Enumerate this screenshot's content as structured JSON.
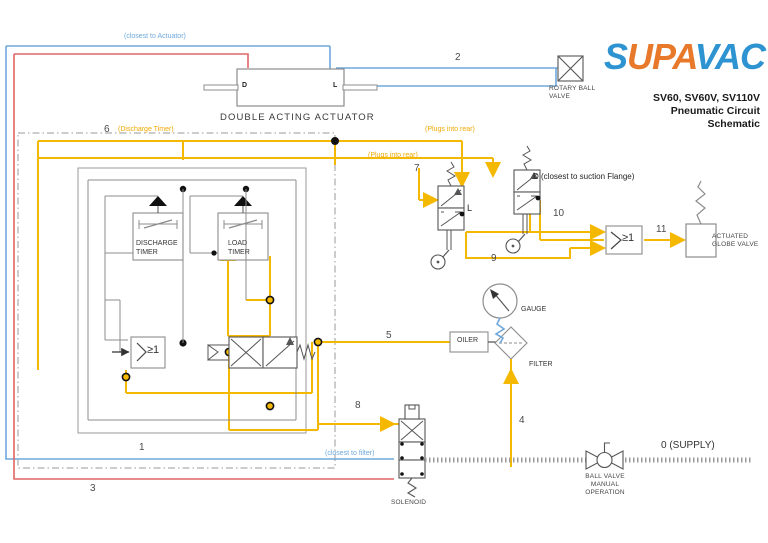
{
  "document": {
    "title_lines": [
      "SV60, SV60V, SV110V",
      "Pneumatic Circuit",
      "Schematic"
    ],
    "brand": {
      "name": "SUPAVAC",
      "letters": [
        "S",
        "U",
        "P",
        "A",
        "V",
        "A",
        "C"
      ],
      "blue": "#2e93d1",
      "orange": "#e8782a"
    }
  },
  "colors": {
    "yellow": "#f5b800",
    "blue": "#6fa8dc",
    "red": "#e06666",
    "gray_line": "#8c8c8c",
    "dark": "#333333"
  },
  "components": {
    "actuator": {
      "label": "DOUBLE ACTING ACTUATOR",
      "port_left": "D",
      "port_right": "L"
    },
    "rotary_ball_valve": {
      "label": "ROTARY BALL\nVALVE",
      "line1": "ROTARY BALL",
      "line2": "VALVE"
    },
    "discharge_timer": {
      "line1": "DISCHARGE",
      "line2": "TIMER"
    },
    "load_timer": {
      "line1": "LOAD",
      "line2": "TIMER"
    },
    "or_gate_left": {
      "symbol": "≥1"
    },
    "or_gate_right": {
      "symbol": "≥1"
    },
    "actuated_globe_valve": {
      "line1": "ACTUATED",
      "line2": "GLOBE VALVE"
    },
    "gauge": {
      "label": "GAUGE"
    },
    "oiler": {
      "label": "OILER"
    },
    "filter": {
      "label": "FILTER"
    },
    "solenoid": {
      "label": "SOLENOID"
    },
    "ball_valve_manual": {
      "line1": "BALL VALVE",
      "line2": "MANUAL",
      "line3": "OPERATION"
    },
    "valve_L": {
      "port_label": "L"
    },
    "valve_D": {
      "port_label": "D"
    }
  },
  "annotations": {
    "closest_to_actuator": "(closest to Actuator)",
    "closest_to_filter": "(closest to filter)",
    "closest_to_suction_flange": "D (closest to suction Flange)",
    "discharge_timer_note": "(Discharge Timer)",
    "plugs_into_rear_1": "(Plugs into rear)",
    "plugs_into_rear_2": "(Plugs into rear)",
    "supply": "0 (SUPPLY)"
  },
  "line_numbers": {
    "n1": "1",
    "n2": "2",
    "n3": "3",
    "n4": "4",
    "n5": "5",
    "n6": "6",
    "n7": "7",
    "n8": "8",
    "n9": "9",
    "n10": "10",
    "n11": "11"
  }
}
